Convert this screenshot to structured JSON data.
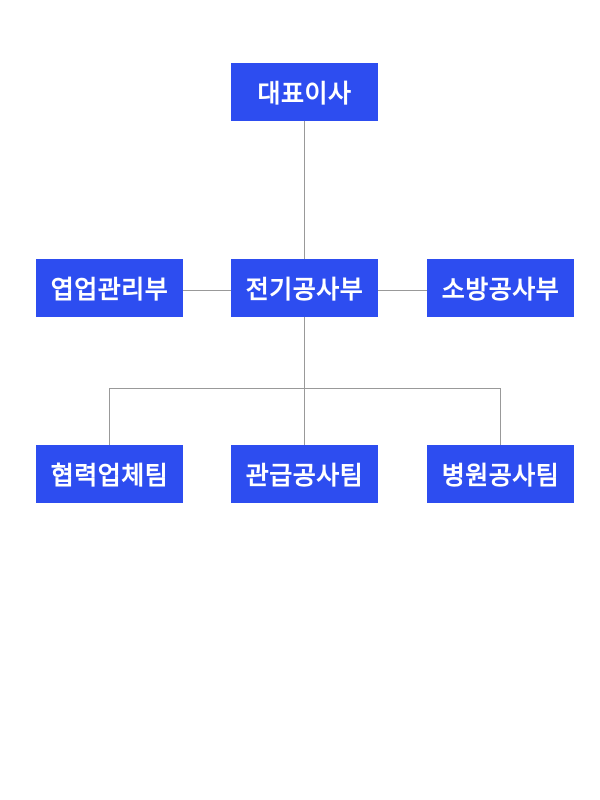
{
  "colors": {
    "page_bg": "#ffffff",
    "box_bg": "#2D4DF0",
    "box_text": "#ffffff",
    "line": "#999999"
  },
  "org_chart": {
    "root": {
      "label": "대표이사"
    },
    "level2": [
      {
        "label": "엽업관리부"
      },
      {
        "label": "전기공사부"
      },
      {
        "label": "소방공사부"
      }
    ],
    "level3": [
      {
        "label": "협력업체팀"
      },
      {
        "label": "관급공사팀"
      },
      {
        "label": "병원공사팀"
      }
    ]
  }
}
